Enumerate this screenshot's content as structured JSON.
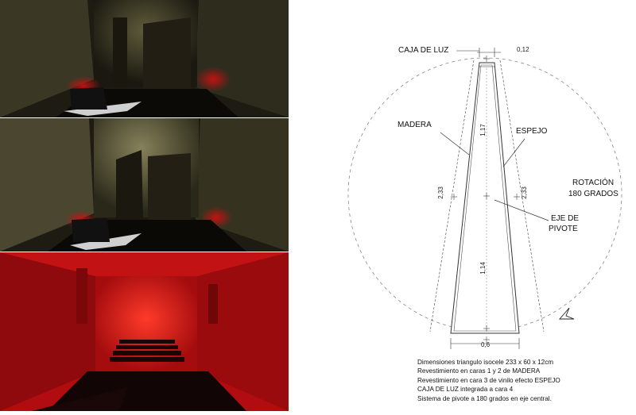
{
  "labels": {
    "caja_de_luz": "CAJA DE LUZ",
    "madera": "MADERA",
    "espejo": "ESPEJO",
    "rotacion_1": "ROTACIÓN",
    "rotacion_2": "180 GRADOS",
    "eje_1": "EJE DE",
    "eje_2": "PIVOTE"
  },
  "dimensions": {
    "top_width": "0,12",
    "upper_segment": "1,17",
    "lower_segment": "1,14",
    "left_height": "2,33",
    "right_height": "2,33",
    "base_width": "0,6"
  },
  "notes": [
    "Dimensiones triangulo isocele  233 x 60 x 12cm",
    "Revestimiento en caras 1 y 2 de MADERA",
    "Revestimiento en cara 3 de vinilo efecto ESPEJO",
    "CAJA DE LUZ  integrada a cara 4",
    "Sistema de pivote a 180 grados en eje central."
  ],
  "colors": {
    "render_dark": "#1c1a12",
    "render_olive": "#5e5a3a",
    "render_red": "#c40f12",
    "line": "#333333"
  }
}
